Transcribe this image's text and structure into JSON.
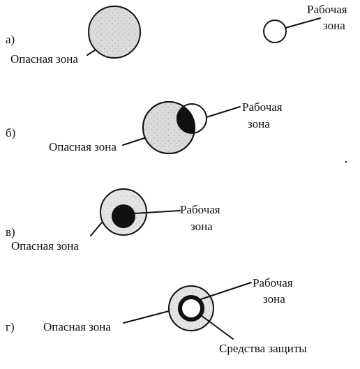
{
  "colors": {
    "ink": "#111111",
    "danger_zone_fill": "#d9d9d9",
    "work_zone_fill": "#ffffff",
    "overlap_fill": "#111111"
  },
  "panels": {
    "a": {
      "letter": "а)",
      "danger_label": "Опасная зона",
      "work_label_line1": "Рабочая",
      "work_label_line2": "зона"
    },
    "b": {
      "letter": "б)",
      "danger_label": "Опасная зона",
      "work_label_line1": "Рабочая",
      "work_label_line2": "зона"
    },
    "v": {
      "letter": "в)",
      "danger_label": "Опасная зона",
      "work_label_line1": "Рабочая",
      "work_label_line2": "зона"
    },
    "g": {
      "letter": "г)",
      "danger_label": "Опасная зона",
      "work_label_line1": "Рабочая",
      "work_label_line2": "зона",
      "protection_label": "Средства защиты"
    }
  }
}
